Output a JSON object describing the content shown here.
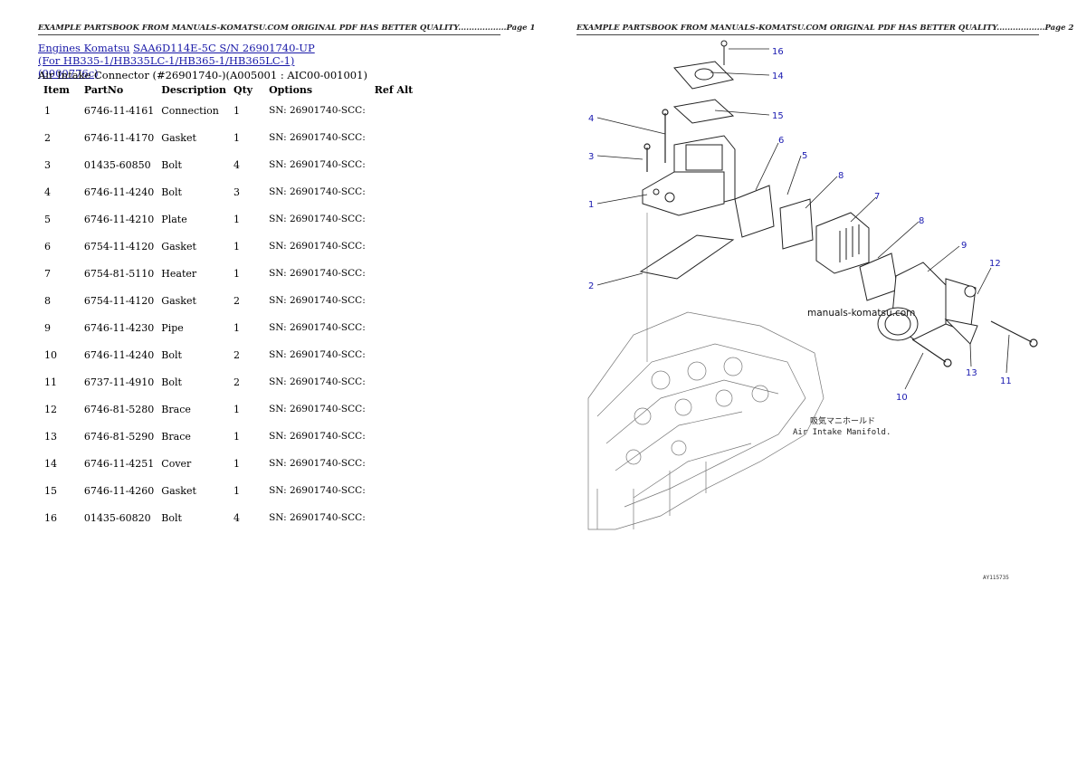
{
  "header": {
    "page1": "EXAMPLE PARTSBOOK FROM MANUALS-KOMATSU.COM ORIGINAL PDF HAS BETTER QUALITY..................Page 1",
    "page2": "EXAMPLE PARTSBOOK FROM MANUALS-KOMATSU.COM ORIGINAL PDF HAS BETTER QUALITY..................Page 2"
  },
  "breadcrumb": {
    "link1": "Engines Komatsu",
    "link2": "SAA6D114E-5C S/N 26901740-UP (For HB335-1/HB335LC-1/HB365-1/HB365LC-1)(0000776c)"
  },
  "subtitle": "Air Intake Connector (#26901740-)(A005001 : AIC00-001001)",
  "table": {
    "headers": [
      "Item",
      "PartNo",
      "Description",
      "Qty",
      "Options",
      "Ref Alt"
    ],
    "rows": [
      {
        "item": "1",
        "partno": "6746-11-4161",
        "desc": "Connection",
        "qty": "1",
        "options": "SN: 26901740-SCC:"
      },
      {
        "item": "2",
        "partno": "6746-11-4170",
        "desc": "Gasket",
        "qty": "1",
        "options": "SN: 26901740-SCC:"
      },
      {
        "item": "3",
        "partno": "01435-60850",
        "desc": "Bolt",
        "qty": "4",
        "options": "SN: 26901740-SCC:"
      },
      {
        "item": "4",
        "partno": "6746-11-4240",
        "desc": "Bolt",
        "qty": "3",
        "options": "SN: 26901740-SCC:"
      },
      {
        "item": "5",
        "partno": "6746-11-4210",
        "desc": "Plate",
        "qty": "1",
        "options": "SN: 26901740-SCC:"
      },
      {
        "item": "6",
        "partno": "6754-11-4120",
        "desc": "Gasket",
        "qty": "1",
        "options": "SN: 26901740-SCC:"
      },
      {
        "item": "7",
        "partno": "6754-81-5110",
        "desc": "Heater",
        "qty": "1",
        "options": "SN: 26901740-SCC:"
      },
      {
        "item": "8",
        "partno": "6754-11-4120",
        "desc": "Gasket",
        "qty": "2",
        "options": "SN: 26901740-SCC:"
      },
      {
        "item": "9",
        "partno": "6746-11-4230",
        "desc": "Pipe",
        "qty": "1",
        "options": "SN: 26901740-SCC:"
      },
      {
        "item": "10",
        "partno": "6746-11-4240",
        "desc": "Bolt",
        "qty": "2",
        "options": "SN: 26901740-SCC:"
      },
      {
        "item": "11",
        "partno": "6737-11-4910",
        "desc": "Bolt",
        "qty": "2",
        "options": "SN: 26901740-SCC:"
      },
      {
        "item": "12",
        "partno": "6746-81-5280",
        "desc": "Brace",
        "qty": "1",
        "options": "SN: 26901740-SCC:"
      },
      {
        "item": "13",
        "partno": "6746-81-5290",
        "desc": "Brace",
        "qty": "1",
        "options": "SN: 26901740-SCC:"
      },
      {
        "item": "14",
        "partno": "6746-11-4251",
        "desc": "Cover",
        "qty": "1",
        "options": "SN: 26901740-SCC:"
      },
      {
        "item": "15",
        "partno": "6746-11-4260",
        "desc": "Gasket",
        "qty": "1",
        "options": "SN: 26901740-SCC:"
      },
      {
        "item": "16",
        "partno": "01435-60820",
        "desc": "Bolt",
        "qty": "4",
        "options": "SN: 26901740-SCC:"
      }
    ]
  },
  "diagram": {
    "callouts": [
      "16",
      "14",
      "15",
      "4",
      "3",
      "1",
      "6",
      "5",
      "8",
      "7",
      "8",
      "9",
      "12",
      "2",
      "13",
      "11",
      "10"
    ],
    "watermark": "manuals-komatsu.com",
    "label_jp": "吸気マニホールド",
    "label_en": "Air Intake Manifold.",
    "drawing_code": "AY115735"
  },
  "colors": {
    "link": "#1a1aa8",
    "callout": "#1a1ab0"
  }
}
